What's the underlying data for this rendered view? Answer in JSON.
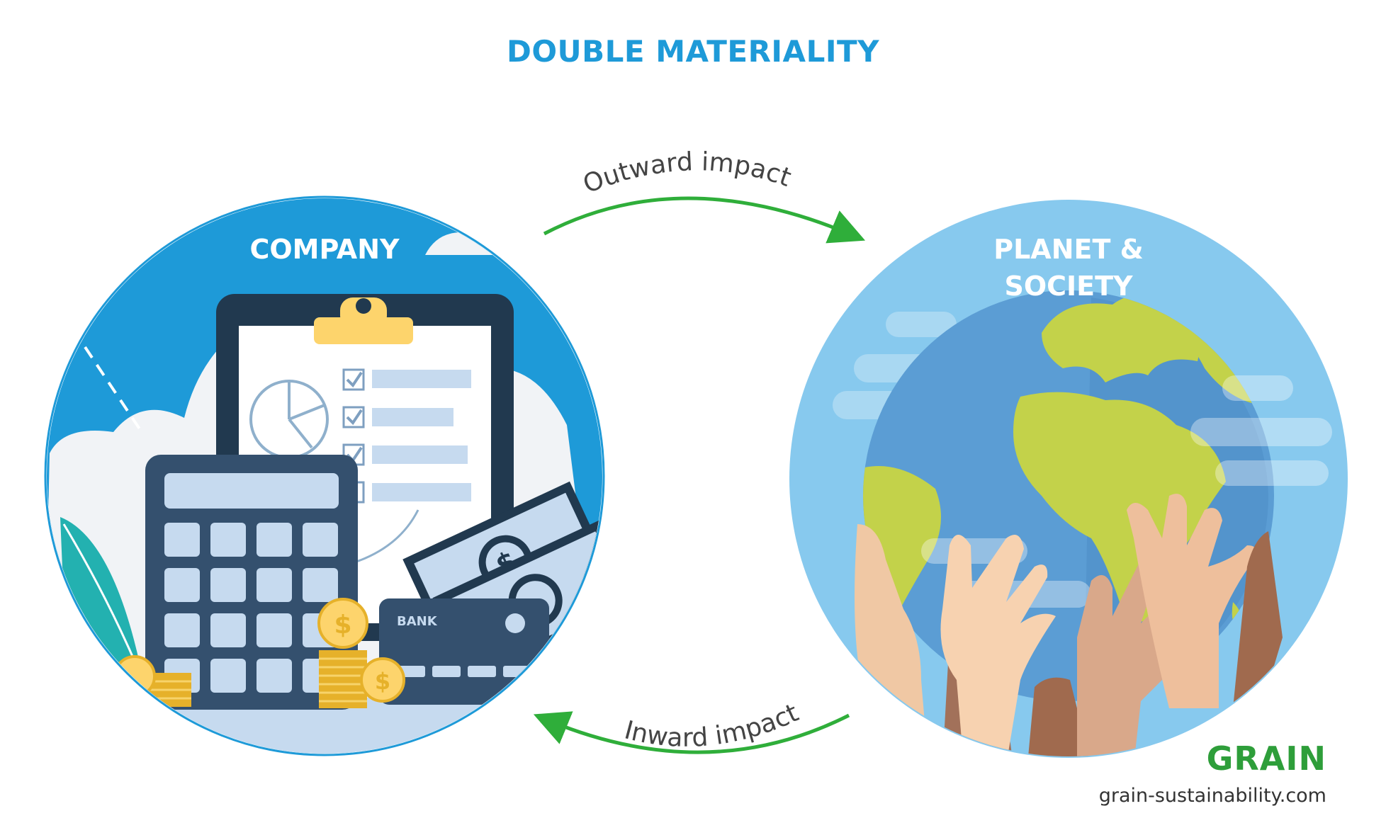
{
  "title": "DOUBLE MATERIALITY",
  "company": {
    "label": "COMPANY",
    "bank_card_text": "BANK",
    "coin_symbol": "$"
  },
  "planet": {
    "label_line1": "PLANET &",
    "label_line2": "SOCIETY"
  },
  "arrows": {
    "outward": "Outward impact",
    "inward": "Inward impact"
  },
  "brand": {
    "name": "GRAIN",
    "website": "grain-sustainability.com"
  },
  "colors": {
    "title": "#1e9ad8",
    "company_bg": "#1e9ad8",
    "planet_bg": "#87c9ee",
    "ocean": "#5b9dd4",
    "land": "#c3d24a",
    "arrow": "#2fae3a",
    "brand": "#2e9e3a"
  }
}
